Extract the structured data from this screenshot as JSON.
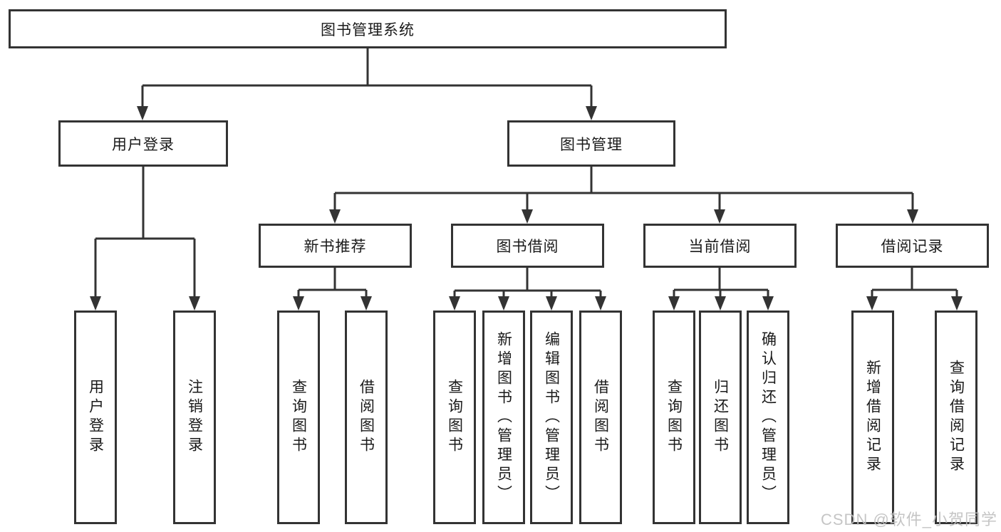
{
  "diagram": {
    "type": "hierarchy-diagram",
    "root": {
      "label": "图书管理系统"
    },
    "modules": [
      {
        "label": "用户登录",
        "children": [
          "用户登录",
          "注销登录"
        ]
      },
      {
        "label": "图书管理",
        "children_modules": [
          {
            "label": "新书推荐",
            "children": [
              "查询图书",
              "借阅图书"
            ]
          },
          {
            "label": "图书借阅",
            "children": [
              "查询图书",
              "新增图书（管理员）",
              "编辑图书（管理员）",
              "借阅图书"
            ]
          },
          {
            "label": "当前借阅",
            "children": [
              "查询图书",
              "归还图书",
              "确认归还（管理员）"
            ]
          },
          {
            "label": "借阅记录",
            "children": [
              "新增借阅记录",
              "查询借阅记录"
            ]
          }
        ]
      }
    ],
    "watermark": "CSDN @软件_小贺同学",
    "colors": {
      "line": "#333333",
      "border": "#333333",
      "background": "#ffffff",
      "text": "#1a1a1a",
      "watermark": "#bfbfbf"
    }
  }
}
